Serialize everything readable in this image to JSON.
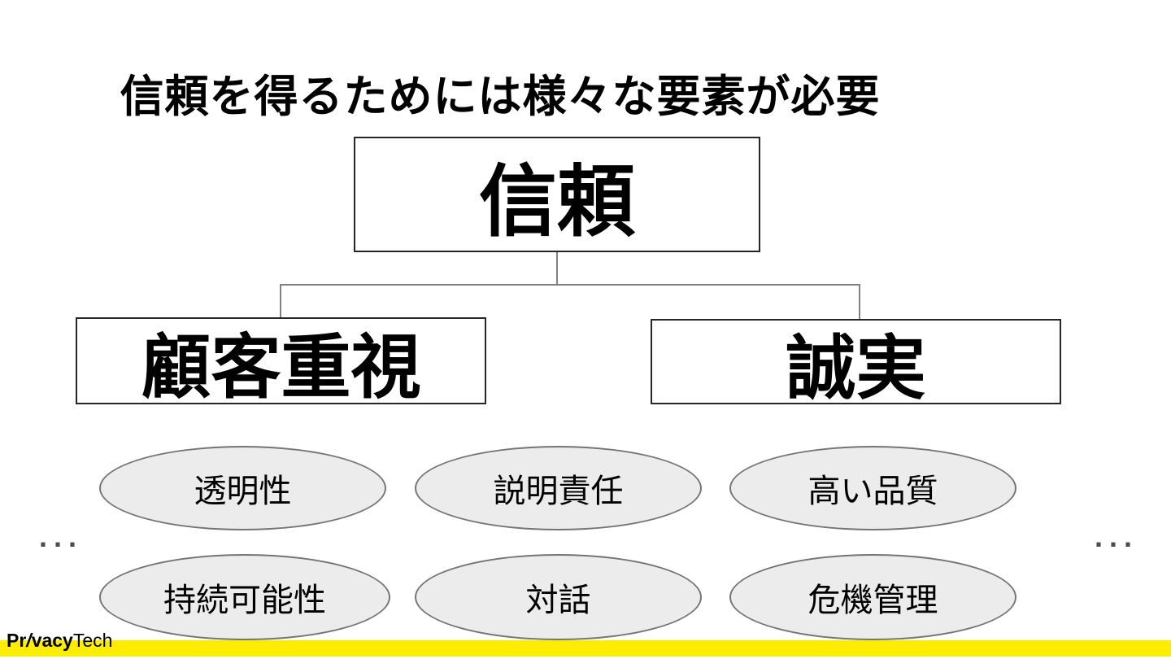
{
  "slide": {
    "title": "信頼を得るためには様々な要素が必要",
    "tree": {
      "root": {
        "label": "信頼"
      },
      "children": [
        {
          "label": "顧客重視"
        },
        {
          "label": "誠実"
        }
      ]
    },
    "factors": [
      {
        "label": "透明性"
      },
      {
        "label": "説明責任"
      },
      {
        "label": "高い品質"
      },
      {
        "label": "持続可能性"
      },
      {
        "label": "対話"
      },
      {
        "label": "危機管理"
      }
    ],
    "ellipsis_left": "...",
    "ellipsis_right": "...",
    "logo": {
      "pr": "Pr",
      "slash": "/",
      "vacy": "vacy",
      "tech": "Tech"
    },
    "colors": {
      "accent_bar": "#FFED00",
      "ellipse_fill": "#ECECEC",
      "ellipse_border": "#757575",
      "box_border": "#262626",
      "connector": "#808080",
      "ellipsis": "#4D4D4D"
    }
  }
}
